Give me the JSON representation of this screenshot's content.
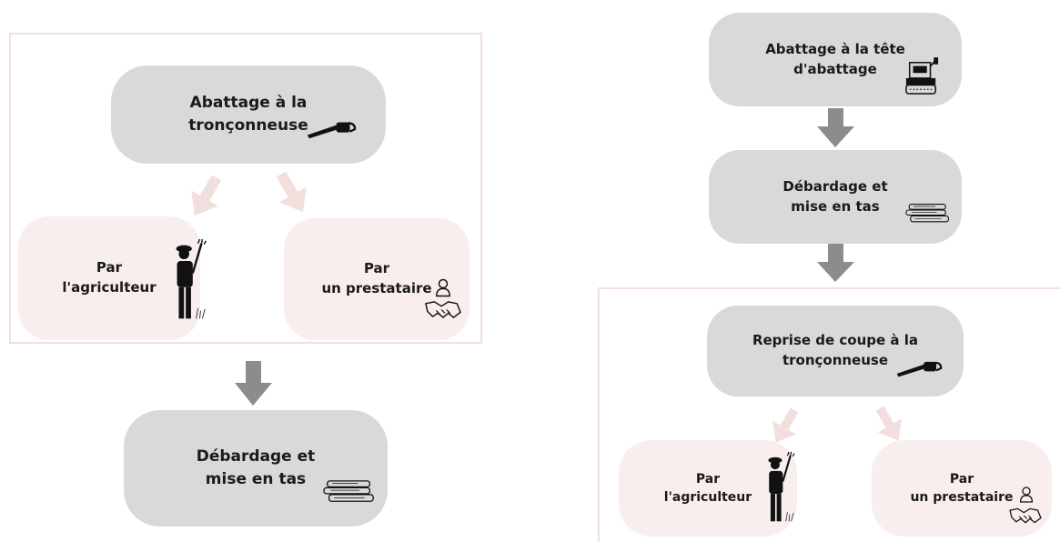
{
  "left_flow": {
    "felling": {
      "label": "Abattage à la\ntronçonneuse",
      "icon": "chainsaw-icon"
    },
    "by_farmer": {
      "label": "Par\nl'agriculteur",
      "icon": "farmer-icon"
    },
    "by_contractor": {
      "label": "Par\nun prestataire",
      "icons": [
        "person-icon",
        "handshake-icon"
      ]
    },
    "skidding": {
      "label": "Débardage et\nmise en tas",
      "icon": "log-pile-icon"
    }
  },
  "right_flow": {
    "felling_head": {
      "label": "Abattage à la tête\nd'abattage",
      "icon": "harvester-icon"
    },
    "skidding": {
      "label": "Débardage et\nmise en tas",
      "icon": "log-pile-icon"
    },
    "recut": {
      "label": "Reprise de coupe à la\ntronçonneuse",
      "icon": "chainsaw-icon"
    },
    "by_farmer": {
      "label": "Par\nl'agriculteur",
      "icon": "farmer-icon"
    },
    "by_contractor": {
      "label": "Par\nun prestataire",
      "icons": [
        "person-icon",
        "handshake-icon"
      ]
    }
  },
  "colors": {
    "gray_box": "#d9d9d9",
    "pink_box": "#f7eeed",
    "frame": "#f2dedd",
    "gray_arrow": "#8c8c8c",
    "pink_arrow": "#f2dedd"
  }
}
